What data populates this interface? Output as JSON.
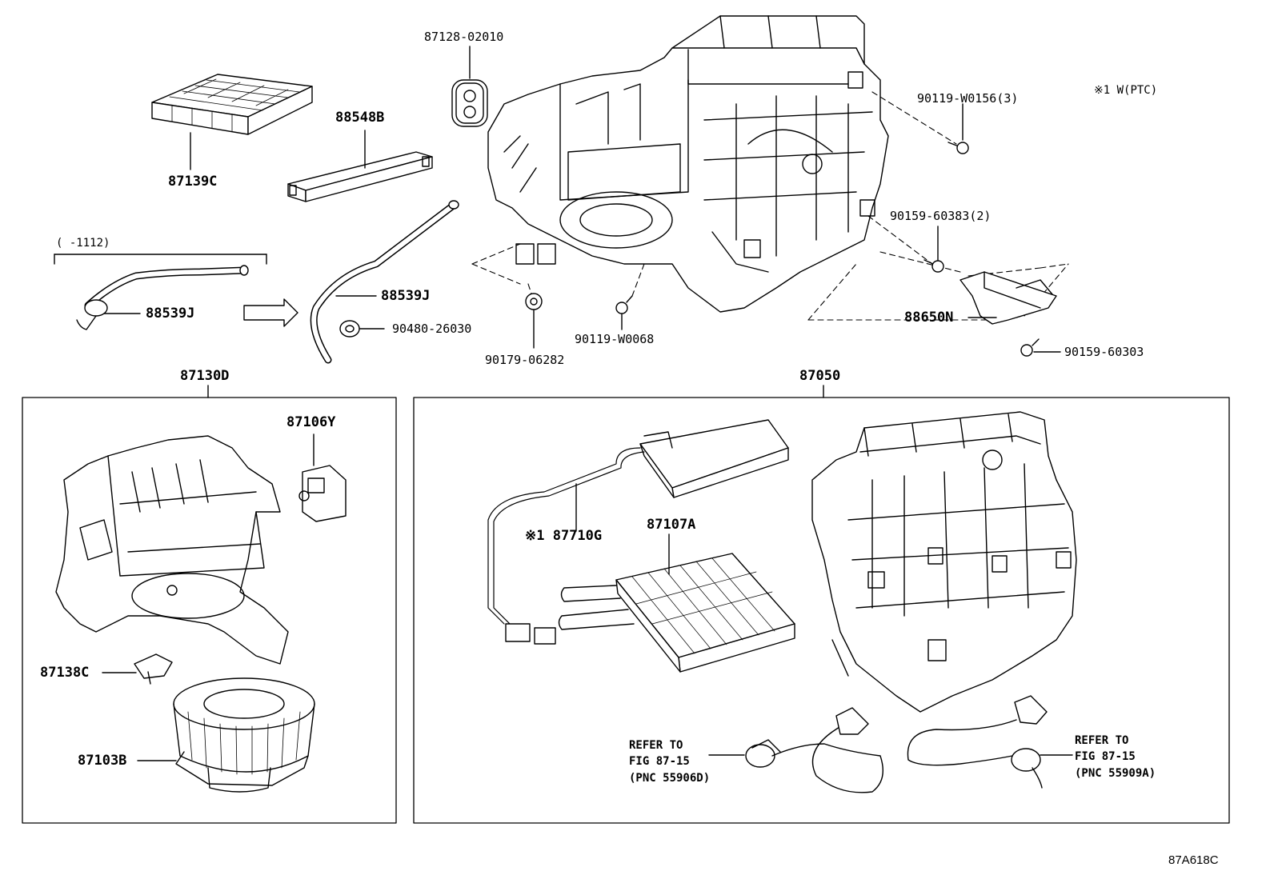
{
  "labels": {
    "p87128_02010": "87128-02010",
    "p88548B": "88548B",
    "p87139C": "87139C",
    "p90119_W0156": "90119-W0156(3)",
    "note_ptc": "※1 W(PTC)",
    "date_range": "(    -1112)",
    "p88539J_a": "88539J",
    "p88539J_b": "88539J",
    "p90480_26030": "90480-26030",
    "p90159_60383": "90159-60383(2)",
    "p90179_06282": "90179-06282",
    "p90119_W0068": "90119-W0068",
    "p88650N": "88650N",
    "p90159_60303": "90159-60303",
    "p87130D": "87130D",
    "p87050": "87050",
    "p87106Y": "87106Y",
    "p87138C": "87138C",
    "p87103B": "87103B",
    "p87710G": "※1 87710G",
    "p87107A": "87107A",
    "ref_left": "REFER TO\nFIG 87-15\n(PNC 55906D)",
    "ref_right": "REFER TO\nFIG 87-15\n(PNC 55909A)",
    "figure_id": "87A618C"
  },
  "colors": {
    "ink": "#000000",
    "paper": "#ffffff"
  }
}
